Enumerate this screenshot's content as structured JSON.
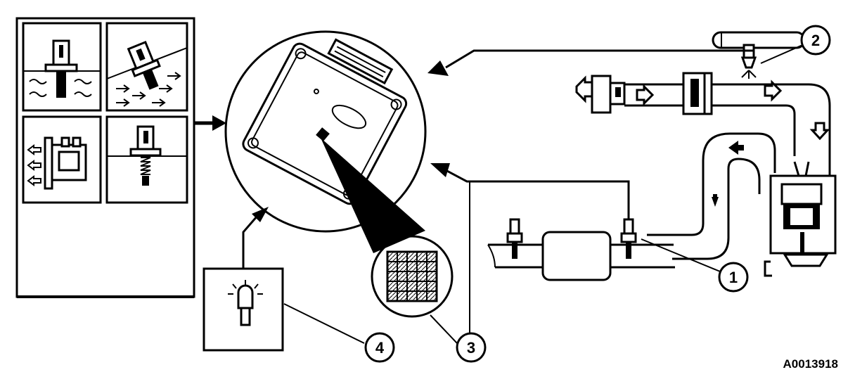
{
  "callouts": [
    "1",
    "2",
    "3",
    "4"
  ],
  "figure_ref": "A0013918"
}
